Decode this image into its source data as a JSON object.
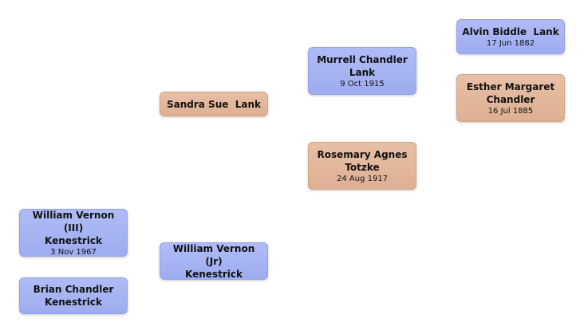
{
  "people": {
    "william_iii": {
      "name": "William Vernon (III)\nKenestrick",
      "date": "3 Nov 1967",
      "sex": "male"
    },
    "brian": {
      "name": "Brian Chandler\nKenestrick",
      "date": "",
      "sex": "male"
    },
    "sandra": {
      "name": "Sandra Sue  Lank",
      "date": "",
      "sex": "female"
    },
    "william_jr": {
      "name": "William Vernon (Jr)\nKenestrick",
      "date": "",
      "sex": "male"
    },
    "murrell": {
      "name": "Murrell Chandler\nLank",
      "date": "9 Oct 1915",
      "sex": "male"
    },
    "rosemary": {
      "name": "Rosemary Agnes\nTotzke",
      "date": "24 Aug 1917",
      "sex": "female"
    },
    "alvin": {
      "name": "Alvin Biddle  Lank",
      "date": "17 Jun 1882",
      "sex": "male"
    },
    "esther": {
      "name": "Esther Margaret\nChandler",
      "date": "16 Jul 1885",
      "sex": "female"
    }
  },
  "colors": {
    "male": "#a6b3f3",
    "female": "#e2b69b"
  }
}
